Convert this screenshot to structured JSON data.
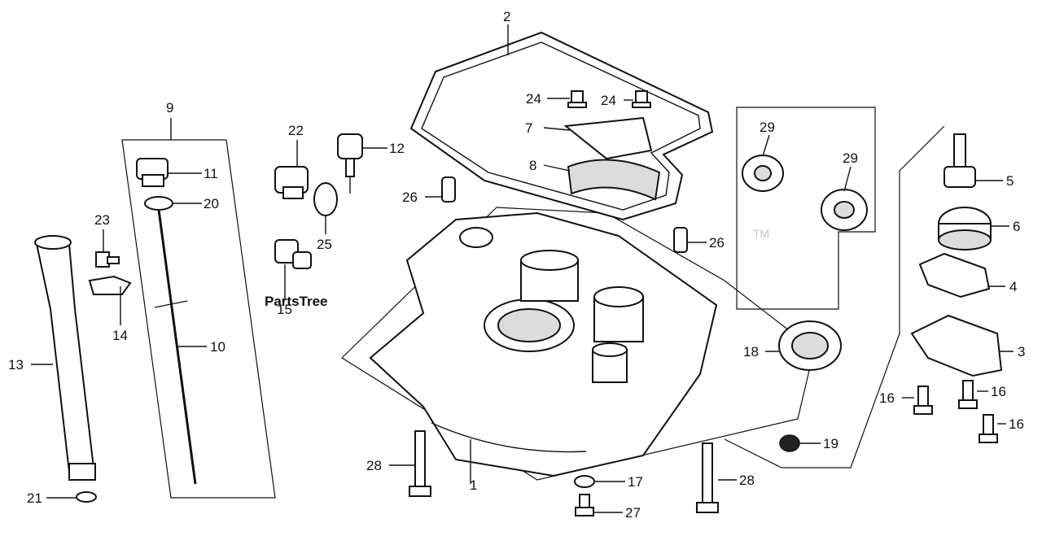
{
  "watermark": {
    "text": "PartsTree",
    "tm": "TM"
  },
  "callouts": [
    {
      "id": "c1",
      "label": "1"
    },
    {
      "id": "c2",
      "label": "2"
    },
    {
      "id": "c3",
      "label": "3"
    },
    {
      "id": "c4",
      "label": "4"
    },
    {
      "id": "c5",
      "label": "5"
    },
    {
      "id": "c6",
      "label": "6"
    },
    {
      "id": "c7",
      "label": "7"
    },
    {
      "id": "c8",
      "label": "8"
    },
    {
      "id": "c9",
      "label": "9"
    },
    {
      "id": "c10",
      "label": "10"
    },
    {
      "id": "c11",
      "label": "11"
    },
    {
      "id": "c12",
      "label": "12"
    },
    {
      "id": "c13",
      "label": "13"
    },
    {
      "id": "c14",
      "label": "14"
    },
    {
      "id": "c15",
      "label": "15"
    },
    {
      "id": "c16a",
      "label": "16"
    },
    {
      "id": "c16b",
      "label": "16"
    },
    {
      "id": "c16c",
      "label": "16"
    },
    {
      "id": "c17",
      "label": "17"
    },
    {
      "id": "c18",
      "label": "18"
    },
    {
      "id": "c19",
      "label": "19"
    },
    {
      "id": "c20",
      "label": "20"
    },
    {
      "id": "c21",
      "label": "21"
    },
    {
      "id": "c22",
      "label": "22"
    },
    {
      "id": "c23",
      "label": "23"
    },
    {
      "id": "c24a",
      "label": "24"
    },
    {
      "id": "c24b",
      "label": "24"
    },
    {
      "id": "c25",
      "label": "25"
    },
    {
      "id": "c26a",
      "label": "26"
    },
    {
      "id": "c26b",
      "label": "26"
    },
    {
      "id": "c27",
      "label": "27"
    },
    {
      "id": "c28a",
      "label": "28"
    },
    {
      "id": "c28b",
      "label": "28"
    },
    {
      "id": "c29a",
      "label": "29"
    },
    {
      "id": "c29b",
      "label": "29"
    }
  ]
}
